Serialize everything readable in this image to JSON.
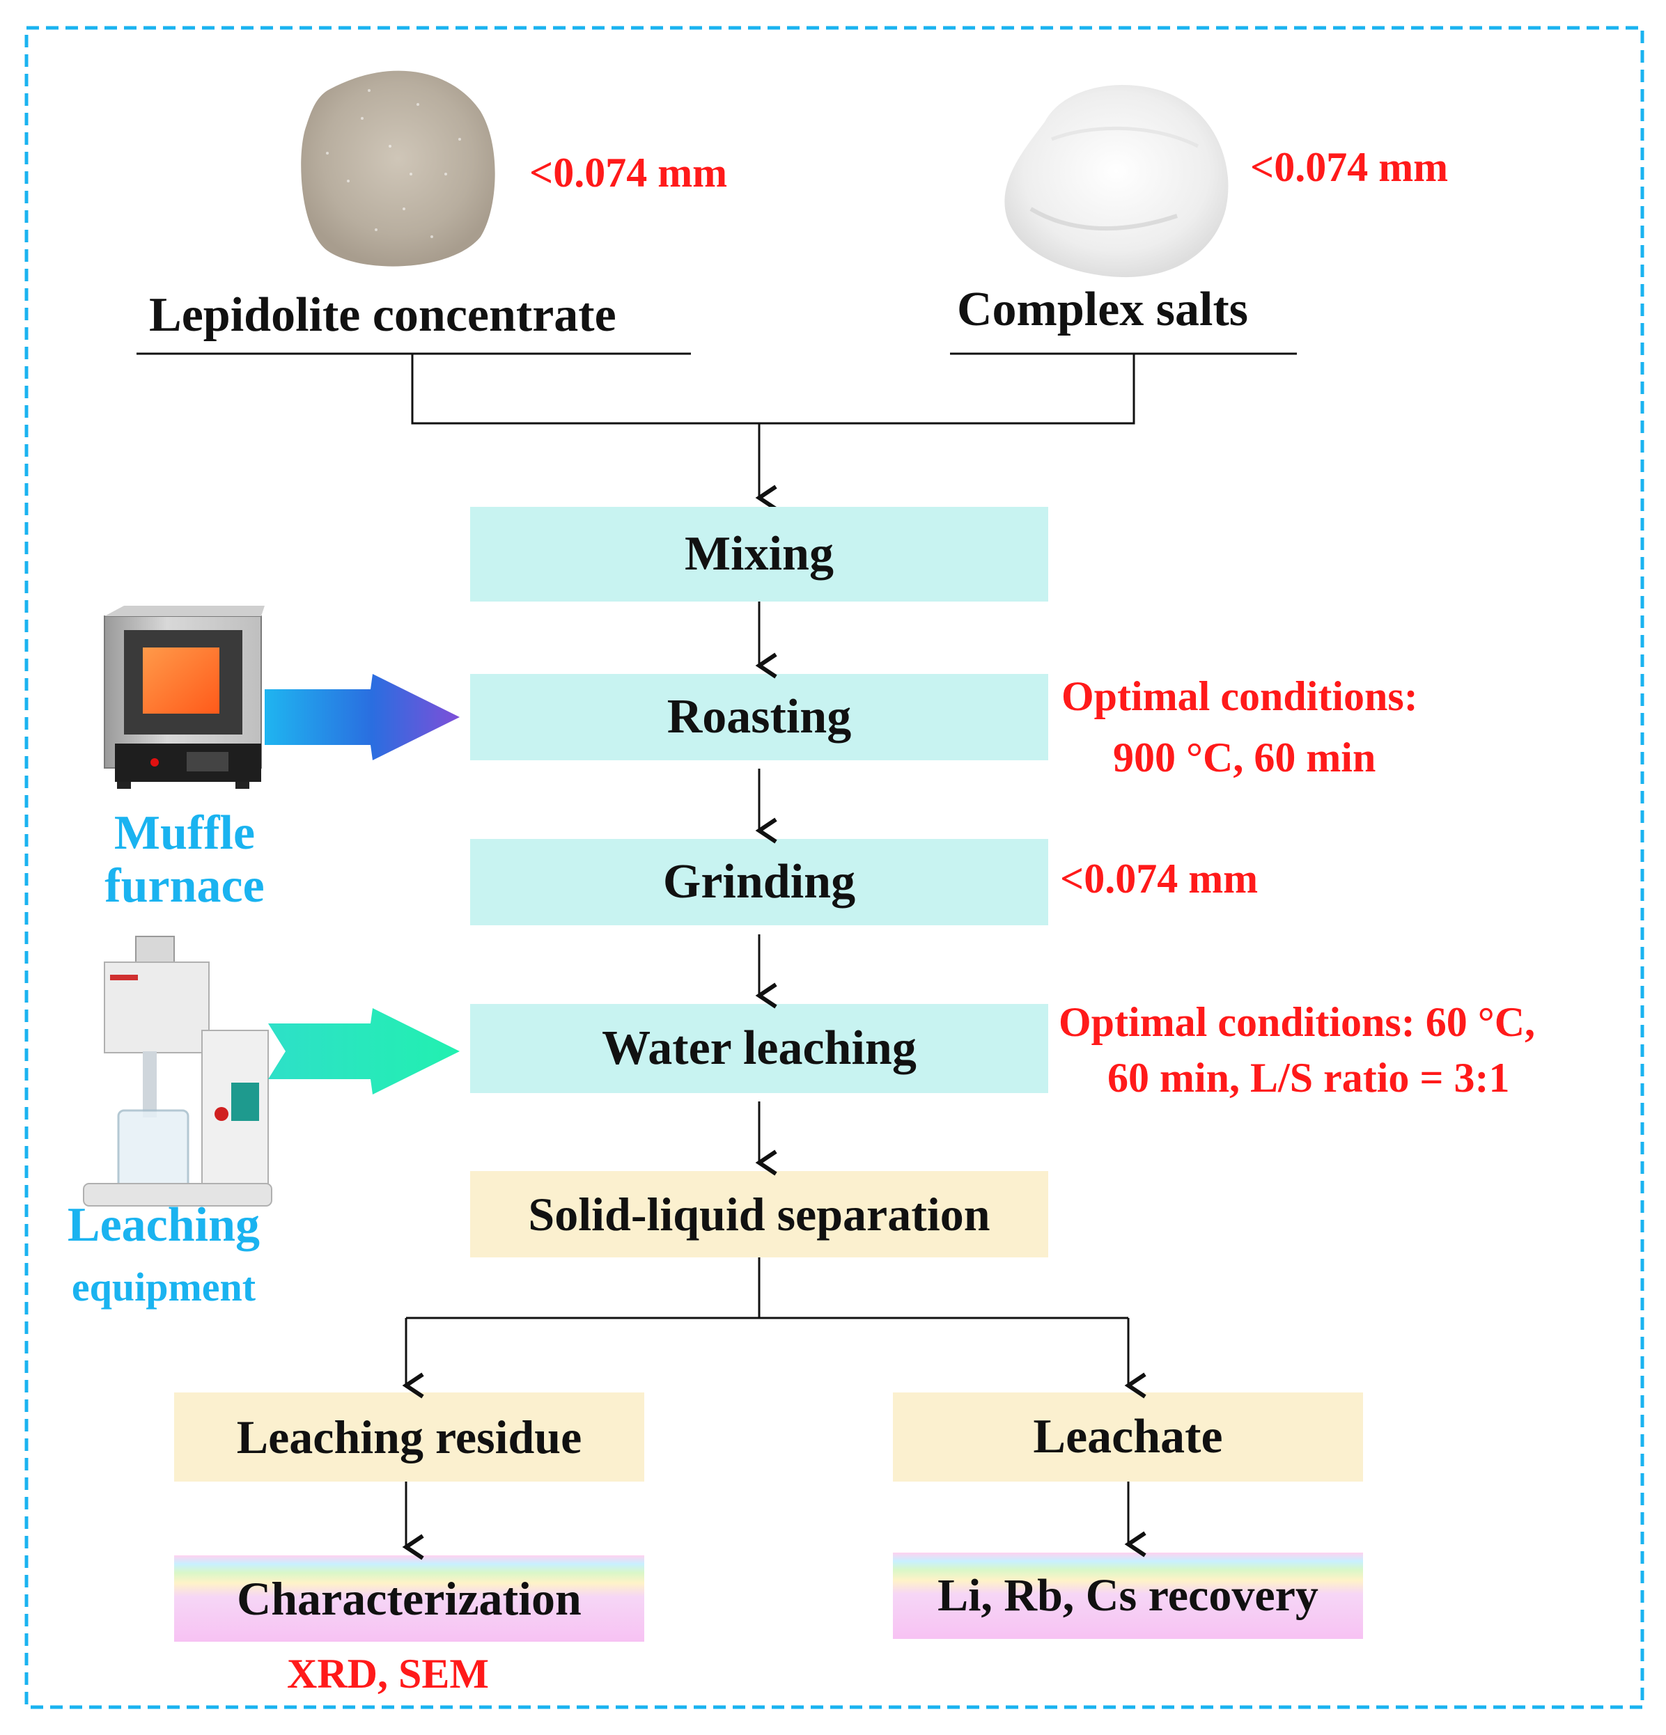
{
  "inputs": {
    "lepidolite": {
      "label": "Lepidolite concentrate",
      "size": "<0.074 mm"
    },
    "salts": {
      "label": "Complex salts",
      "size": "<0.074 mm"
    }
  },
  "steps": {
    "mixing": "Mixing",
    "roasting": "Roasting",
    "grinding": "Grinding",
    "water_leaching": "Water leaching",
    "separation": "Solid-liquid separation",
    "residue": "Leaching residue",
    "leachate": "Leachate",
    "characterization": "Characterization",
    "recovery": "Li, Rb, Cs recovery"
  },
  "annotations": {
    "roasting_line1": "Optimal conditions:",
    "roasting_line2": "900 °C, 60 min",
    "grinding_size": "<0.074 mm",
    "leaching_line1": "Optimal conditions: 60 °C,",
    "leaching_line2": "60 min, L/S ratio = 3:1",
    "characterization_methods": "XRD, SEM"
  },
  "equipment": {
    "muffle_line1": "Muffle",
    "muffle_line2": "furnace",
    "leach_line1": "Leaching",
    "leach_line2": "equipment"
  },
  "colors": {
    "frame": "#1ab3f0",
    "process_box": "#c8f3f1",
    "separation_box": "#fbf0cf",
    "red_text": "#ff1a1a",
    "blue_text": "#1ab3f0"
  }
}
